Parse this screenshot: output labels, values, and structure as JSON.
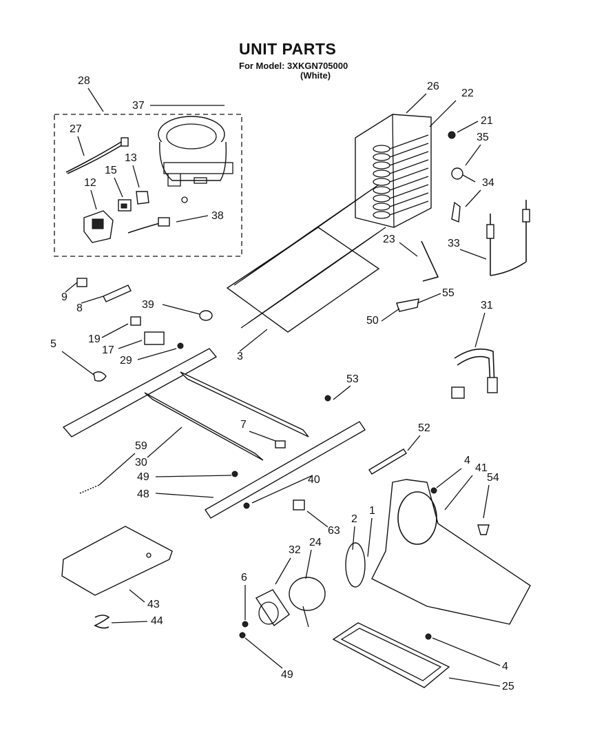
{
  "header": {
    "title": "UNIT PARTS",
    "model_label": "For Model: 3XKGN705000",
    "color_label": "(White)"
  },
  "callouts": {
    "c28": "28",
    "c37": "37",
    "c27": "27",
    "c13": "13",
    "c15": "15",
    "c12": "12",
    "c38": "38",
    "c26": "26",
    "c22": "22",
    "c21": "21",
    "c35": "35",
    "c34": "34",
    "c23": "23",
    "c33": "33",
    "c55": "55",
    "c50": "50",
    "c31": "31",
    "c9": "9",
    "c8": "8",
    "c39": "39",
    "c19": "19",
    "c17": "17",
    "c29": "29",
    "c3": "3",
    "c5": "5",
    "c53": "53",
    "c7": "7",
    "c52": "52",
    "c59": "59",
    "c30": "30",
    "c49a": "49",
    "c48": "48",
    "c40": "40",
    "c4a": "4",
    "c41": "41",
    "c54": "54",
    "c63": "63",
    "c2": "2",
    "c1": "1",
    "c32": "32",
    "c24": "24",
    "c6": "6",
    "c43": "43",
    "c44": "44",
    "c49b": "49",
    "c4b": "4",
    "c25": "25"
  }
}
